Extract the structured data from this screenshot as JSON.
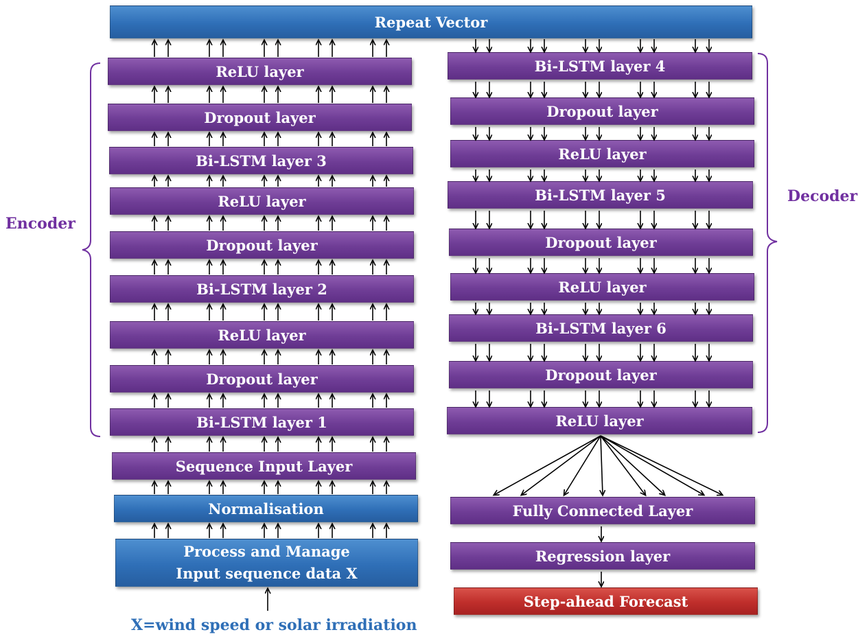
{
  "repeat_vector": "Repeat Vector",
  "encoder": {
    "label": "Encoder",
    "layers": [
      "ReLU layer",
      "Dropout layer",
      "Bi-LSTM layer 3",
      "ReLU layer",
      "Dropout layer",
      "Bi-LSTM layer 2",
      "ReLU layer",
      "Dropout layer",
      "Bi-LSTM layer 1"
    ]
  },
  "decoder": {
    "label": "Decoder",
    "layers": [
      "Bi-LSTM layer 4",
      "Dropout layer",
      "ReLU layer",
      "Bi-LSTM layer 5",
      "Dropout layer",
      "ReLU layer",
      "Bi-LSTM layer 6",
      "Dropout layer",
      "ReLU layer"
    ]
  },
  "sequence_input": "Sequence Input Layer",
  "normalisation": "Normalisation",
  "process_line1": "Process and Manage",
  "process_line2": "Input sequence data X",
  "input_caption": "X=wind speed or solar irradiation",
  "fully_connected": "Fully Connected Layer",
  "regression": "Regression layer",
  "forecast": "Step-ahead Forecast",
  "colors": {
    "purple": "#7030a0",
    "blue": "#2f6fb7",
    "red": "#bf2e2b",
    "label": "#7030a0"
  }
}
